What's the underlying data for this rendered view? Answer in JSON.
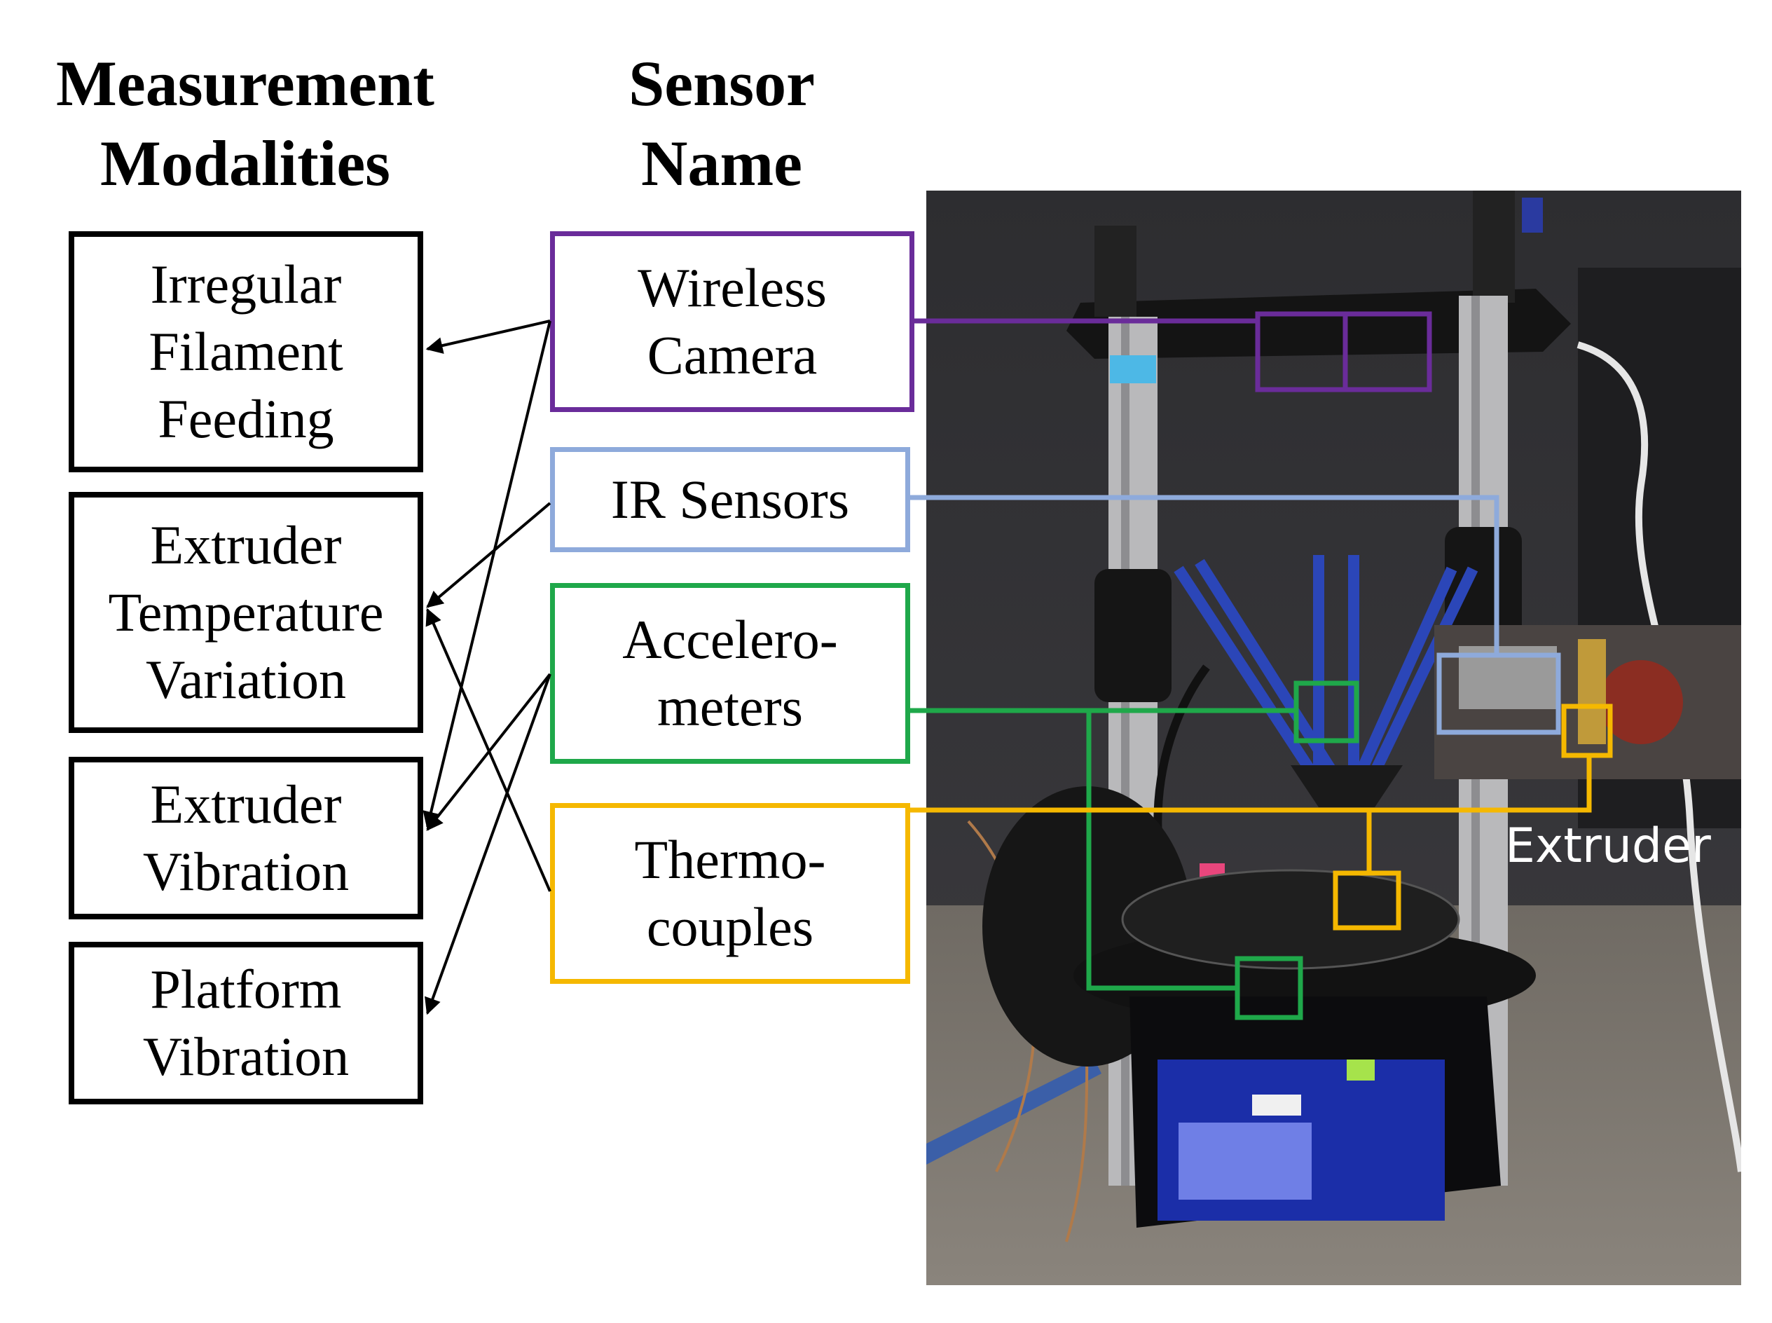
{
  "headers": {
    "modalities": "Measurement\nModalities",
    "sensor": "Sensor\nName"
  },
  "modalities": [
    {
      "label": "Irregular\nFilament\nFeeding"
    },
    {
      "label": "Extruder\nTemperature\nVariation"
    },
    {
      "label": "Extruder\nVibration"
    },
    {
      "label": "Platform\nVibration"
    }
  ],
  "sensors": [
    {
      "label": "Wireless\nCamera",
      "color": "#6a2c9a"
    },
    {
      "label": "IR Sensors",
      "color": "#8eaadb"
    },
    {
      "label": "Accelero-\nmeters",
      "color": "#1fa84a"
    },
    {
      "label": "Thermo-\ncouples",
      "color": "#f5b800"
    }
  ],
  "links": [
    {
      "sensor": "Wireless Camera",
      "modality": "Irregular Filament Feeding"
    },
    {
      "sensor": "Wireless Camera",
      "modality": "Extruder Vibration"
    },
    {
      "sensor": "IR Sensors",
      "modality": "Extruder Temperature Variation"
    },
    {
      "sensor": "Accelero-meters",
      "modality": "Extruder Vibration"
    },
    {
      "sensor": "Accelero-meters",
      "modality": "Platform Vibration"
    },
    {
      "sensor": "Thermo-couples",
      "modality": "Extruder Temperature Variation"
    }
  ],
  "photo": {
    "extruder_label": "Extruder"
  },
  "colors": {
    "camera": "#6a2c9a",
    "ir": "#8eaadb",
    "accel": "#1fa84a",
    "thermo": "#f5b800",
    "arrow": "#000000"
  }
}
